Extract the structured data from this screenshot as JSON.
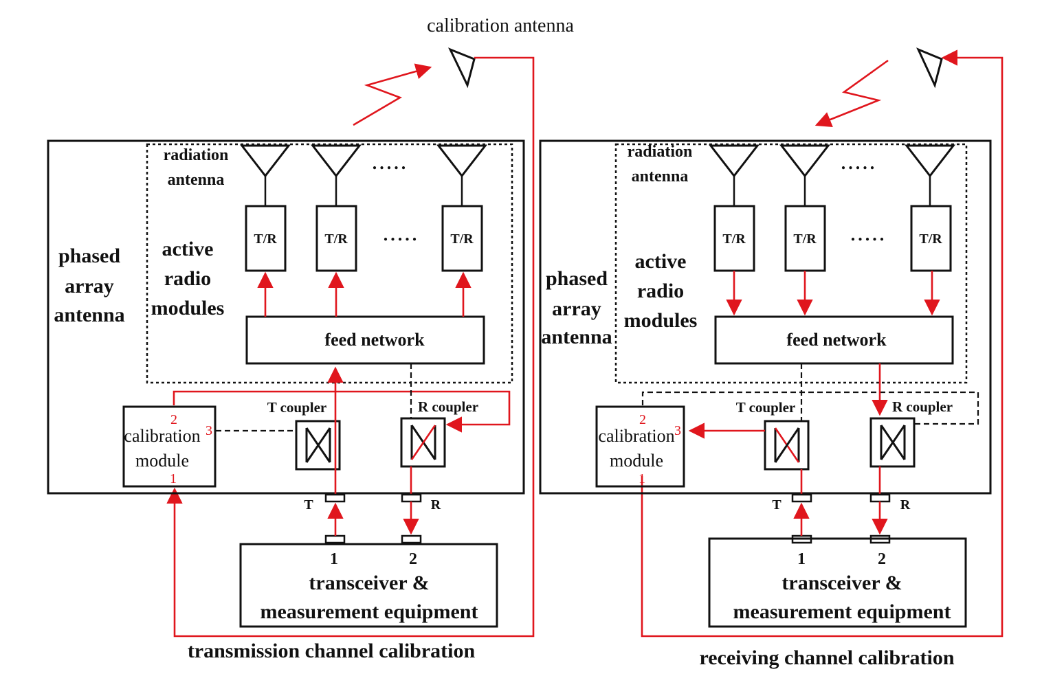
{
  "labels": {
    "calibration_antenna": "calibration antenna",
    "radiation_antenna_1": "radiation",
    "radiation_antenna_2": "antenna",
    "active_1": "active",
    "active_2": "radio",
    "active_3": "modules",
    "phased_1": "phased",
    "phased_2": "array",
    "phased_3": "antenna",
    "tr": "T/R",
    "dots": ".....",
    "feed_network": "feed network",
    "t_coupler": "T coupler",
    "r_coupler": "R coupler",
    "cal_module_1": "calibration",
    "cal_module_2": "module",
    "port_1": "1",
    "port_2": "2",
    "port_3": "3",
    "port_t": "T",
    "port_r": "R",
    "transceiver_1": "transceiver &",
    "transceiver_2": "measurement equipment",
    "caption_left": "transmission channel calibration",
    "caption_right": "receiving channel calibration"
  },
  "colors": {
    "signal": "#e0161d",
    "structure": "#111111"
  }
}
